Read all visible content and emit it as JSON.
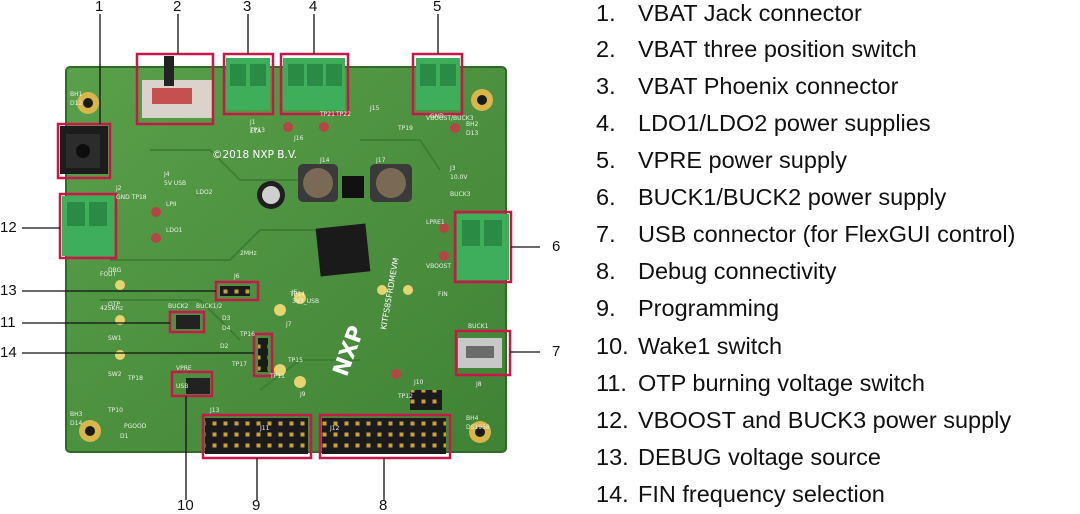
{
  "board": {
    "silkscreen": {
      "copyright": "©2018 NXP B.V.",
      "logo": "NXP",
      "part": "KITFS85FRDMEVM",
      "labels": [
        "BH1",
        "BH2",
        "BH3",
        "BH4",
        "J1",
        "J2",
        "J3",
        "J4",
        "J5",
        "J6",
        "J7",
        "J8",
        "J9",
        "J10",
        "J11",
        "J12",
        "J13",
        "J14",
        "J15",
        "J16",
        "J17",
        "LPII",
        "LDO1",
        "LDO2",
        "LPRE1",
        "VBOOST",
        "BUCK3",
        "VBOOST/BUCK3",
        "BUCK1",
        "BUCK2",
        "BUCK1/2",
        "VPRE",
        "USB",
        "DBG",
        "OTP",
        "SW1",
        "SW2",
        "TP10",
        "TP11",
        "TP12",
        "TP13",
        "TP14",
        "TP15",
        "TP16",
        "TP17",
        "TP18",
        "TP19",
        "TP21",
        "TP22",
        "GND",
        "FIN",
        "FOUT",
        "425KHz",
        "2MHz",
        "PGOOD",
        "D1",
        "D2",
        "D3",
        "D4",
        "D12",
        "D13",
        "D14",
        "DS1958",
        "ETA",
        "GND TP18",
        "10.0V",
        "5V USB",
        "3V3_USB"
      ]
    }
  },
  "callouts": [
    "1",
    "2",
    "3",
    "4",
    "5",
    "6",
    "7",
    "8",
    "9",
    "10",
    "11",
    "12",
    "13",
    "14"
  ],
  "legend": [
    {
      "num": "1.",
      "text": "VBAT Jack connector"
    },
    {
      "num": "2.",
      "text": "VBAT three position switch"
    },
    {
      "num": "3.",
      "text": "VBAT Phoenix connector"
    },
    {
      "num": "4.",
      "text": "LDO1/LDO2 power supplies"
    },
    {
      "num": "5.",
      "text": "VPRE power supply"
    },
    {
      "num": "6.",
      "text": "BUCK1/BUCK2 power supply"
    },
    {
      "num": "7.",
      "text": "USB connector (for FlexGUI control)"
    },
    {
      "num": "8.",
      "text": "Debug connectivity"
    },
    {
      "num": "9.",
      "text": "Programming"
    },
    {
      "num": "10.",
      "text": "Wake1 switch"
    },
    {
      "num": "11.",
      "text": "OTP burning voltage switch"
    },
    {
      "num": "12.",
      "text": "VBOOST and BUCK3 power supply"
    },
    {
      "num": "13.",
      "text": "DEBUG voltage source"
    },
    {
      "num": "14.",
      "text": "FIN frequency selection"
    }
  ],
  "colors": {
    "pcb": "#4f9440",
    "pcb_dark": "#3c7a30",
    "highlight": "#c8184a",
    "connector": "#3fae5a",
    "text": "#111111"
  }
}
